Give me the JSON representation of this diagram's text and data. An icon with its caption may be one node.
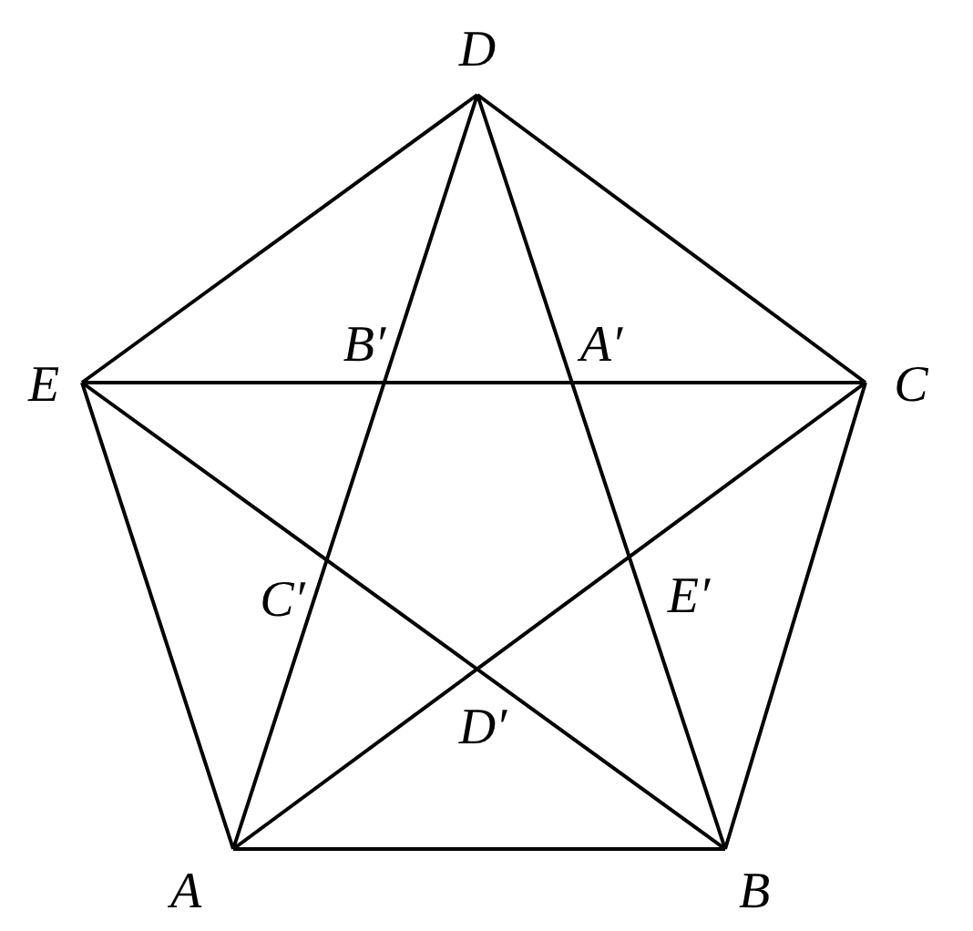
{
  "diagram": {
    "labels": [
      "D",
      "E",
      "B′",
      "A′",
      "C",
      "C′",
      "E′",
      "D′",
      "A",
      "B"
    ]
  }
}
